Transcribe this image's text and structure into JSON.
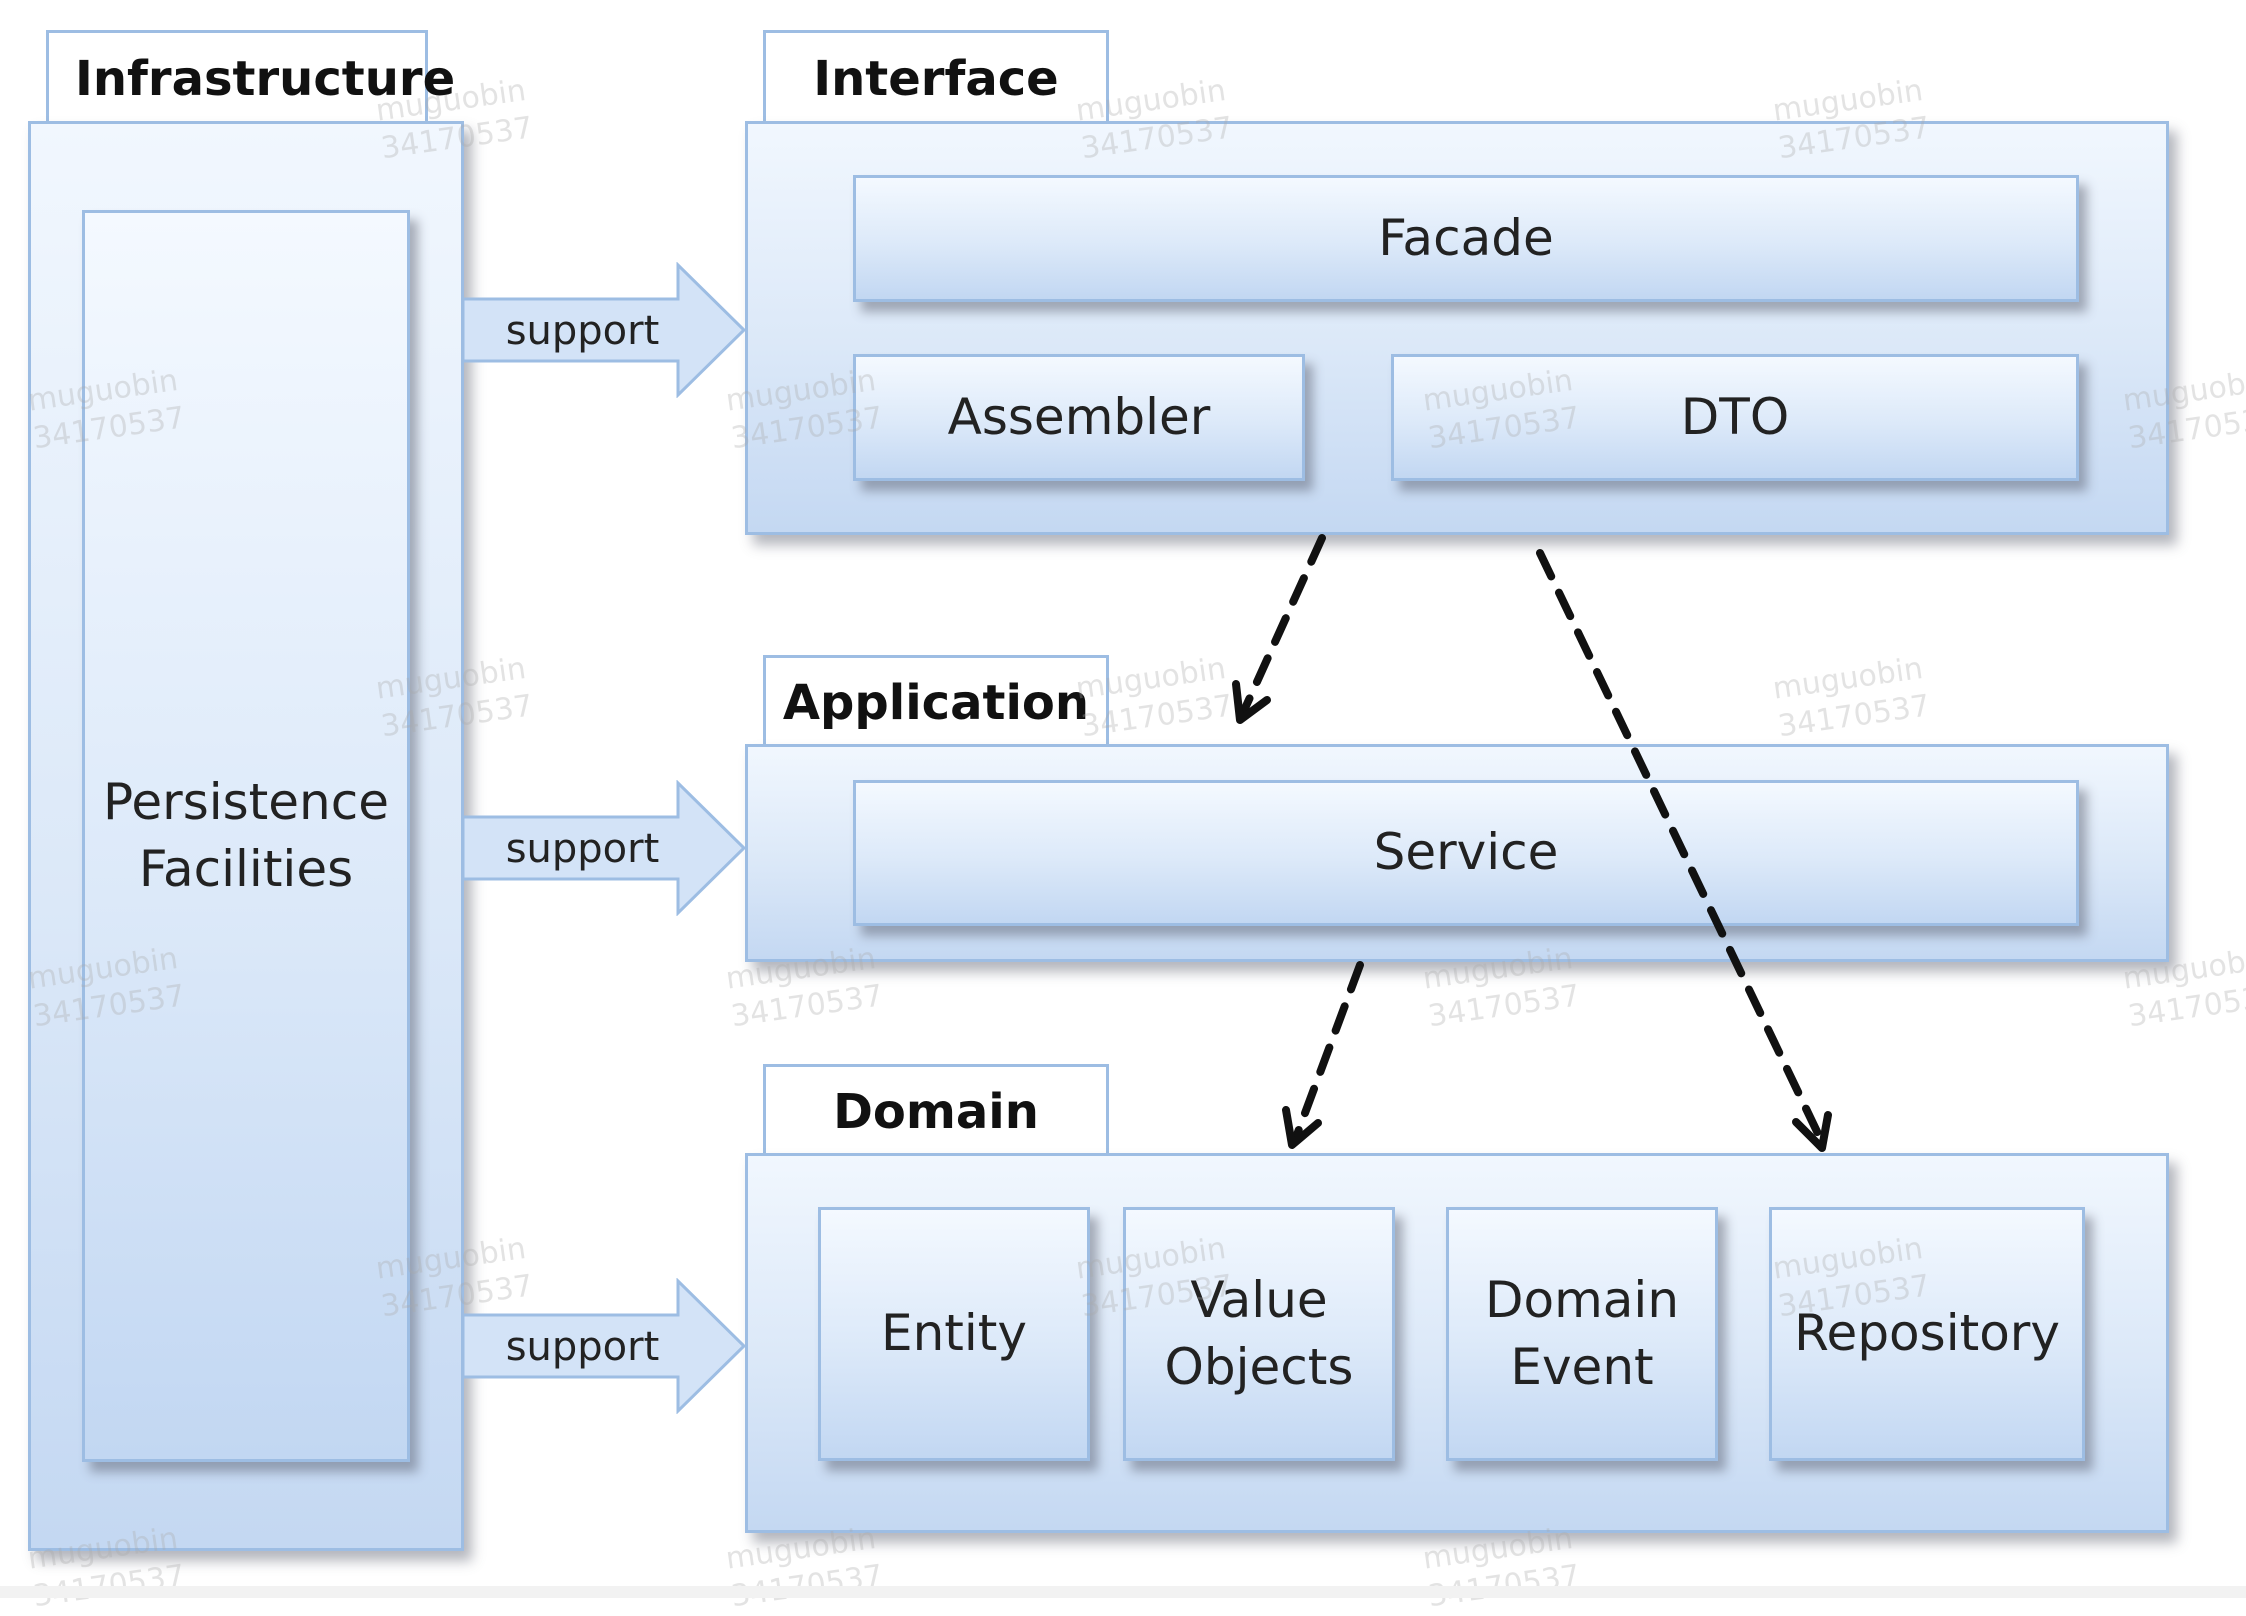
{
  "infrastructure": {
    "title": "Infrastructure",
    "component": "Persistence\nFacilities"
  },
  "layers": {
    "interface": {
      "title": "Interface",
      "components": {
        "facade": "Facade",
        "assembler": "Assembler",
        "dto": "DTO"
      }
    },
    "application": {
      "title": "Application",
      "components": {
        "service": "Service"
      }
    },
    "domain": {
      "title": "Domain",
      "components": {
        "entity": "Entity",
        "value_objects": "Value\nObjects",
        "domain_event": "Domain\nEvent",
        "repository": "Repository"
      }
    }
  },
  "arrows": {
    "support_interface": "support",
    "support_application": "support",
    "support_domain": "support"
  },
  "watermark": {
    "name": "muguobin",
    "id": "34170537"
  },
  "colors": {
    "box_border": "#9dbde3",
    "box_fill_top": "#f1f7fe",
    "box_fill_bottom": "#c4d8f2",
    "dashed_arrow": "#111111",
    "support_arrow_fill": "#d3e3f7"
  }
}
